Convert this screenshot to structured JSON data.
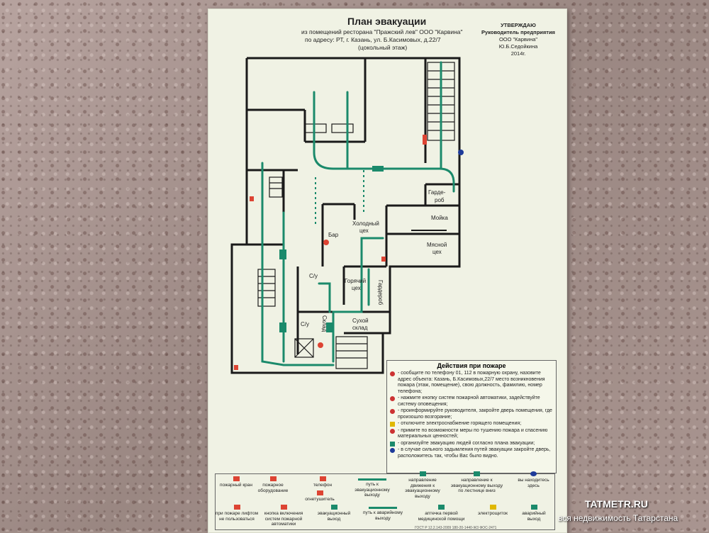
{
  "header": {
    "title": "План эвакуации",
    "line1": "из помещений ресторана \"Пражский лев\" ООО \"Карвина\"",
    "line2": "по адресу: РТ, г. Казань, ул. Б.Касимовых, д.22/7",
    "line3": "(цокольный этаж)"
  },
  "approval": {
    "l1": "УТВЕРЖДАЮ",
    "l2": "Руководитель предприятия",
    "l3": "ООО \"Карвина\"",
    "l4": "Ю.Б.Седойкина",
    "l5": "2014г."
  },
  "rooms": {
    "garderob": "Гарде-",
    "garderob2": "роб",
    "moika": "Мойка",
    "myasnoy": "Мясной",
    "myasnoy2": "цех",
    "bar": "Бар",
    "holodny": "Холодный",
    "holodny2": "цех",
    "goryachiy": "Горячий",
    "goryachiy2": "цех",
    "garderobnaya": "Гардероб",
    "cu1": "С/у",
    "cu2": "С/у",
    "sklad": "Склад",
    "suhoy": "Сухой",
    "suhoy2": "склад"
  },
  "actions": {
    "title": "Действия при пожаре",
    "items": [
      {
        "icon": "red",
        "text": "- сообщите по телефону 01, 112 в пожарную охрану, назовите адрес объекта: Казань, Б.Касимовых,22/7 место возникновения пожара (этаж, помещение), свою должность, фамилию, номер телефона;"
      },
      {
        "icon": "red",
        "text": "- нажмите кнопку систем пожарной автоматики, задействуйте систему оповещения;"
      },
      {
        "icon": "red",
        "text": "- проинформируйте руководителя, закройте дверь помещения, где произошло возгорание;"
      },
      {
        "icon": "yellow",
        "text": "- отключите электроснабжение горящего помещения;"
      },
      {
        "icon": "red",
        "text": "- примите по возможности меры по тушению пожара и спасению материальных ценностей;"
      },
      {
        "icon": "green",
        "text": "- организуйте эвакуацию людей согласно плана эвакуации;"
      },
      {
        "icon": "blue",
        "text": "- в случае сильного задымления путей эвакуации закройте дверь, расположитесь так, чтобы Вас было видно."
      }
    ]
  },
  "legend": {
    "row1": [
      {
        "label": "пожарный кран",
        "icon": "red"
      },
      {
        "label": "пожарное оборудование",
        "icon": "red"
      },
      {
        "label": "телефон",
        "icon": "red"
      },
      {
        "label": "путь к эвакуационному выходу",
        "icon": "arrow"
      },
      {
        "label": "направление движения к эвакуационному выходу",
        "icon": "green"
      },
      {
        "label": "направление к эвакуационному выходу по лестнице вниз",
        "icon": "green"
      },
      {
        "label": "вы находитесь здесь",
        "icon": "blue"
      }
    ],
    "row2": [
      {
        "label": "огнетушитель",
        "icon": "red"
      },
      {
        "label": "при пожаре лифтом не пользоваться",
        "icon": "red"
      },
      {
        "label": "кнопка включения систем пожарной автоматики",
        "icon": "red"
      },
      {
        "label": "эвакуационный выход",
        "icon": "green"
      },
      {
        "label": "путь к аварийному выходу",
        "icon": "dots"
      },
      {
        "label": "аптечка первой медицинской помощи",
        "icon": "green"
      },
      {
        "label": "электрощиток",
        "icon": "yellow"
      },
      {
        "label": "аварийный выход",
        "icon": "green"
      }
    ],
    "footer": "ГОСТ Р 12.2.143-2009   180-20-1440-Ж3   ФОС-2471"
  },
  "watermark": {
    "site": "TATMETR.RU",
    "tagline": "вся недвижимость Татарстана"
  },
  "colors": {
    "route": "#1b8a6b",
    "wall": "#1a1a1a",
    "warning": "#d22222",
    "board": "#f0f2e4"
  }
}
